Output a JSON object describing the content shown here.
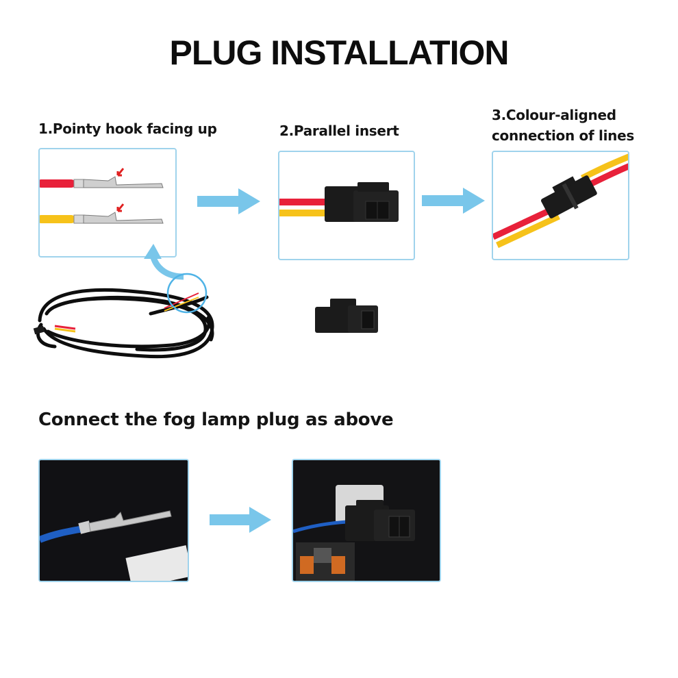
{
  "title": "PLUG INSTALLATION",
  "steps": [
    {
      "label": "1.Pointy hook facing up"
    },
    {
      "label": "2.Parallel insert"
    },
    {
      "label_line1": "3.Colour-aligned",
      "label_line2": "connection of lines"
    }
  ],
  "subheading": "Connect the fog lamp plug as above",
  "colors": {
    "panel_border": "#9fd3ec",
    "arrow": "#79c6ea",
    "wire_red": "#e8213a",
    "wire_yellow": "#f6c21a",
    "wire_blue": "#1f5fc4",
    "connector": "#1b1b1b",
    "callout_circle": "#4fb3e6"
  },
  "icons": [
    "arrow-right-icon",
    "curved-arrow-icon",
    "red-pointer-icon"
  ]
}
